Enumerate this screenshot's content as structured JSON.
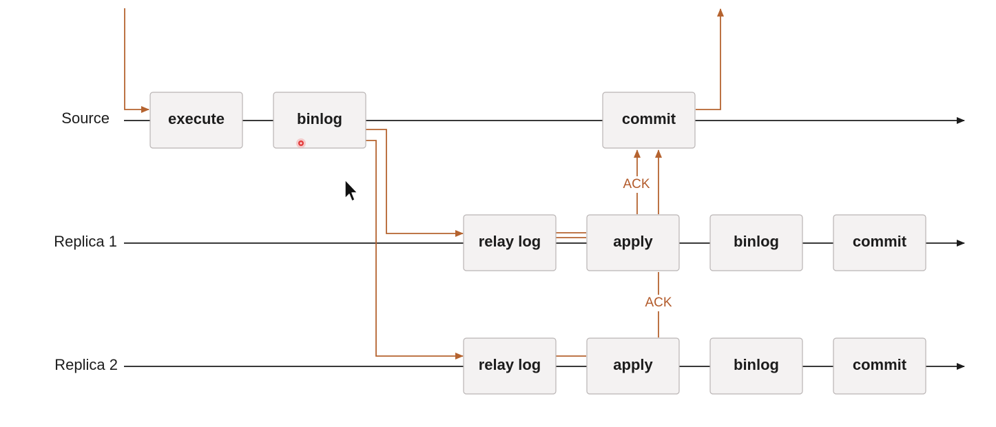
{
  "lanes": {
    "source": "Source",
    "replica1": "Replica 1",
    "replica2": "Replica 2"
  },
  "source_steps": {
    "execute": "execute",
    "binlog": "binlog",
    "commit": "commit"
  },
  "replica1_steps": {
    "relay_log": "relay log",
    "apply": "apply",
    "binlog": "binlog",
    "commit": "commit"
  },
  "replica2_steps": {
    "relay_log": "relay log",
    "apply": "apply",
    "binlog": "binlog",
    "commit": "commit"
  },
  "ack_labels": {
    "replica1_to_source": "ACK",
    "replica2_to_replica1": "ACK"
  },
  "colors": {
    "timeline": "#1c1c1c",
    "flow": "#b5632f",
    "ack_text": "#b25a2a",
    "box_fill": "#f4f2f2",
    "box_border": "#b9b4b4"
  },
  "icons": {
    "cursor": "mouse-pointer-icon",
    "click_marker": "click-indicator-icon"
  }
}
